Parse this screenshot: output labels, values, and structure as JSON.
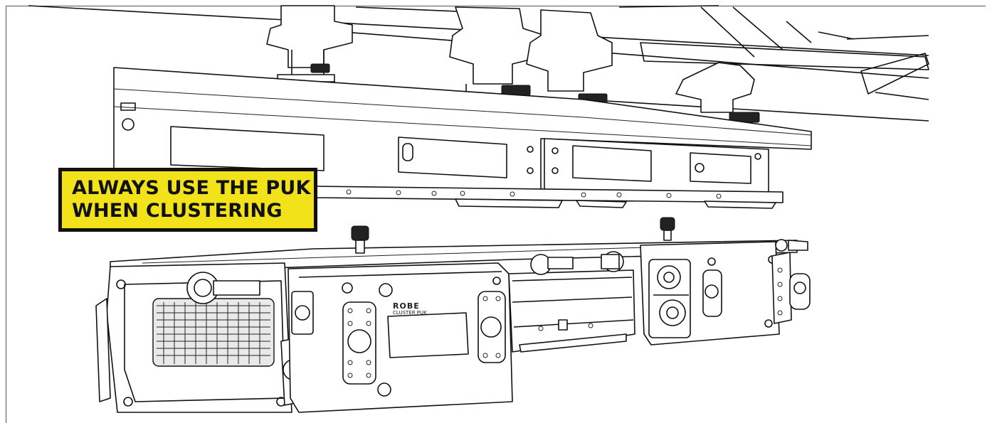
{
  "callout": {
    "line1": "ALWAYS USE THE PUK",
    "line2": "WHEN CLUSTERING",
    "background_color": "#f2e21a",
    "border_color": "#111111"
  },
  "device_label": {
    "brand": "ROBE",
    "model": "CLUSTER PUK"
  },
  "colors": {
    "line": "#111111",
    "background": "#ffffff"
  }
}
